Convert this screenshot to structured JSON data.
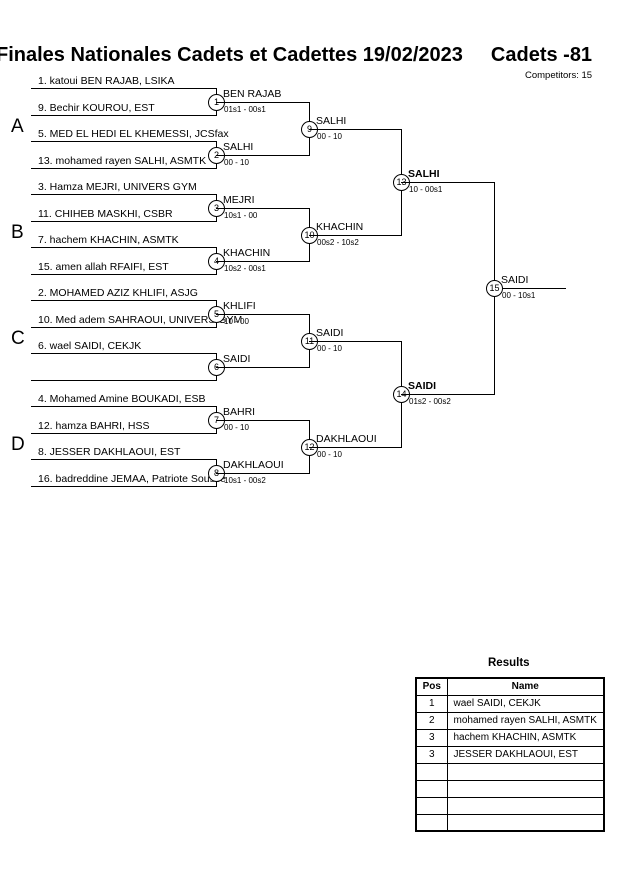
{
  "header": {
    "event": "Finales Nationales Cadets et Cadettes",
    "date": "19/02/2023",
    "category": "Cadets -81",
    "competitors": "Competitors: 15"
  },
  "pools": [
    "A",
    "B",
    "C",
    "D"
  ],
  "round1": {
    "entries": [
      "1. katoui BEN RAJAB, LSIKA",
      "9. Bechir KOUROU, EST",
      "5. MED EL HEDI EL KHEMESSI, JCSfax",
      "13. mohamed rayen SALHI, ASMTK",
      "3. Hamza MEJRI, UNIVERS GYM",
      "11. CHIHEB MASKHI, CSBR",
      "7. hachem KHACHIN, ASMTK",
      "15. amen allah RFAIFI, EST",
      "2. MOHAMED AZIZ KHLIFI, ASJG",
      "10. Med adem SAHRAOUI, UNIVERS GYM",
      "6. wael SAIDI, CEKJK",
      "",
      "4. Mohamed Amine BOUKADI, ESB",
      "12. hamza BAHRI, HSS",
      "8. JESSER DAKHLAOUI, EST",
      "16. badreddine JEMAA, Patriote Sousse"
    ]
  },
  "round2": [
    {
      "num": "1",
      "winner": "BEN RAJAB",
      "score": "01s1 - 00s1"
    },
    {
      "num": "2",
      "winner": "SALHI",
      "score": "00 - 10"
    },
    {
      "num": "3",
      "winner": "MEJRI",
      "score": "10s1 - 00"
    },
    {
      "num": "4",
      "winner": "KHACHIN",
      "score": "10s2 - 00s1"
    },
    {
      "num": "5",
      "winner": "KHLIFI",
      "score": "10 - 00"
    },
    {
      "num": "6",
      "winner": "SAIDI",
      "score": ""
    },
    {
      "num": "7",
      "winner": "BAHRI",
      "score": "00 - 10"
    },
    {
      "num": "8",
      "winner": "DAKHLAOUI",
      "score": "10s1 - 00s2"
    }
  ],
  "round3": [
    {
      "num": "9",
      "winner": "SALHI",
      "score": "00 - 10"
    },
    {
      "num": "10",
      "winner": "KHACHIN",
      "score": "00s2 - 10s2"
    },
    {
      "num": "11",
      "winner": "SAIDI",
      "score": "00 - 10"
    },
    {
      "num": "12",
      "winner": "DAKHLAOUI",
      "score": "00 - 10"
    }
  ],
  "semis": [
    {
      "num": "13",
      "winner": "SALHI",
      "score": "10 - 00s1"
    },
    {
      "num": "14",
      "winner": "SAIDI",
      "score": "01s2 - 00s2"
    }
  ],
  "final": {
    "num": "15",
    "winner": "SAIDI",
    "score": "00 - 10s1"
  },
  "results": {
    "title": "Results",
    "col_pos": "Pos",
    "col_name": "Name",
    "rows": [
      {
        "pos": "1",
        "name": "wael SAIDI, CEKJK"
      },
      {
        "pos": "2",
        "name": "mohamed rayen SALHI, ASMTK"
      },
      {
        "pos": "3",
        "name": "hachem KHACHIN, ASMTK"
      },
      {
        "pos": "3",
        "name": "JESSER DAKHLAOUI, EST"
      },
      {
        "pos": "",
        "name": ""
      },
      {
        "pos": "",
        "name": ""
      },
      {
        "pos": "",
        "name": ""
      },
      {
        "pos": "",
        "name": ""
      }
    ]
  }
}
